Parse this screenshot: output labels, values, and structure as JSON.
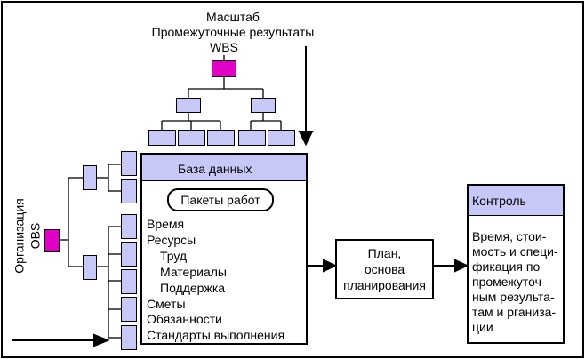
{
  "wbs_title": {
    "line1": "Масштаб",
    "line2": "Промежуточные результаты",
    "line3": "WBS"
  },
  "obs_label": {
    "line1": "Организация",
    "line2": "OBS"
  },
  "database": {
    "header": "База данных",
    "work_packages": "Пакеты работ",
    "items": [
      "Время",
      "Ресурсы",
      "Труд",
      "Материалы",
      "Поддержка",
      "Сметы",
      "Обязанности",
      "Стандарты выполнения"
    ]
  },
  "plan_box": {
    "line1": "План,",
    "line2": "основа",
    "line3": "планирования"
  },
  "control": {
    "header": "Контроль",
    "lines": [
      "Время, стои-",
      "мость и специ-",
      "фикация по",
      "промежуточ-",
      "ным результа-",
      "там и рганиза-",
      "ции"
    ]
  },
  "colors": {
    "node_fill": "#c8c8f8",
    "root_fill": "#e000c8"
  }
}
